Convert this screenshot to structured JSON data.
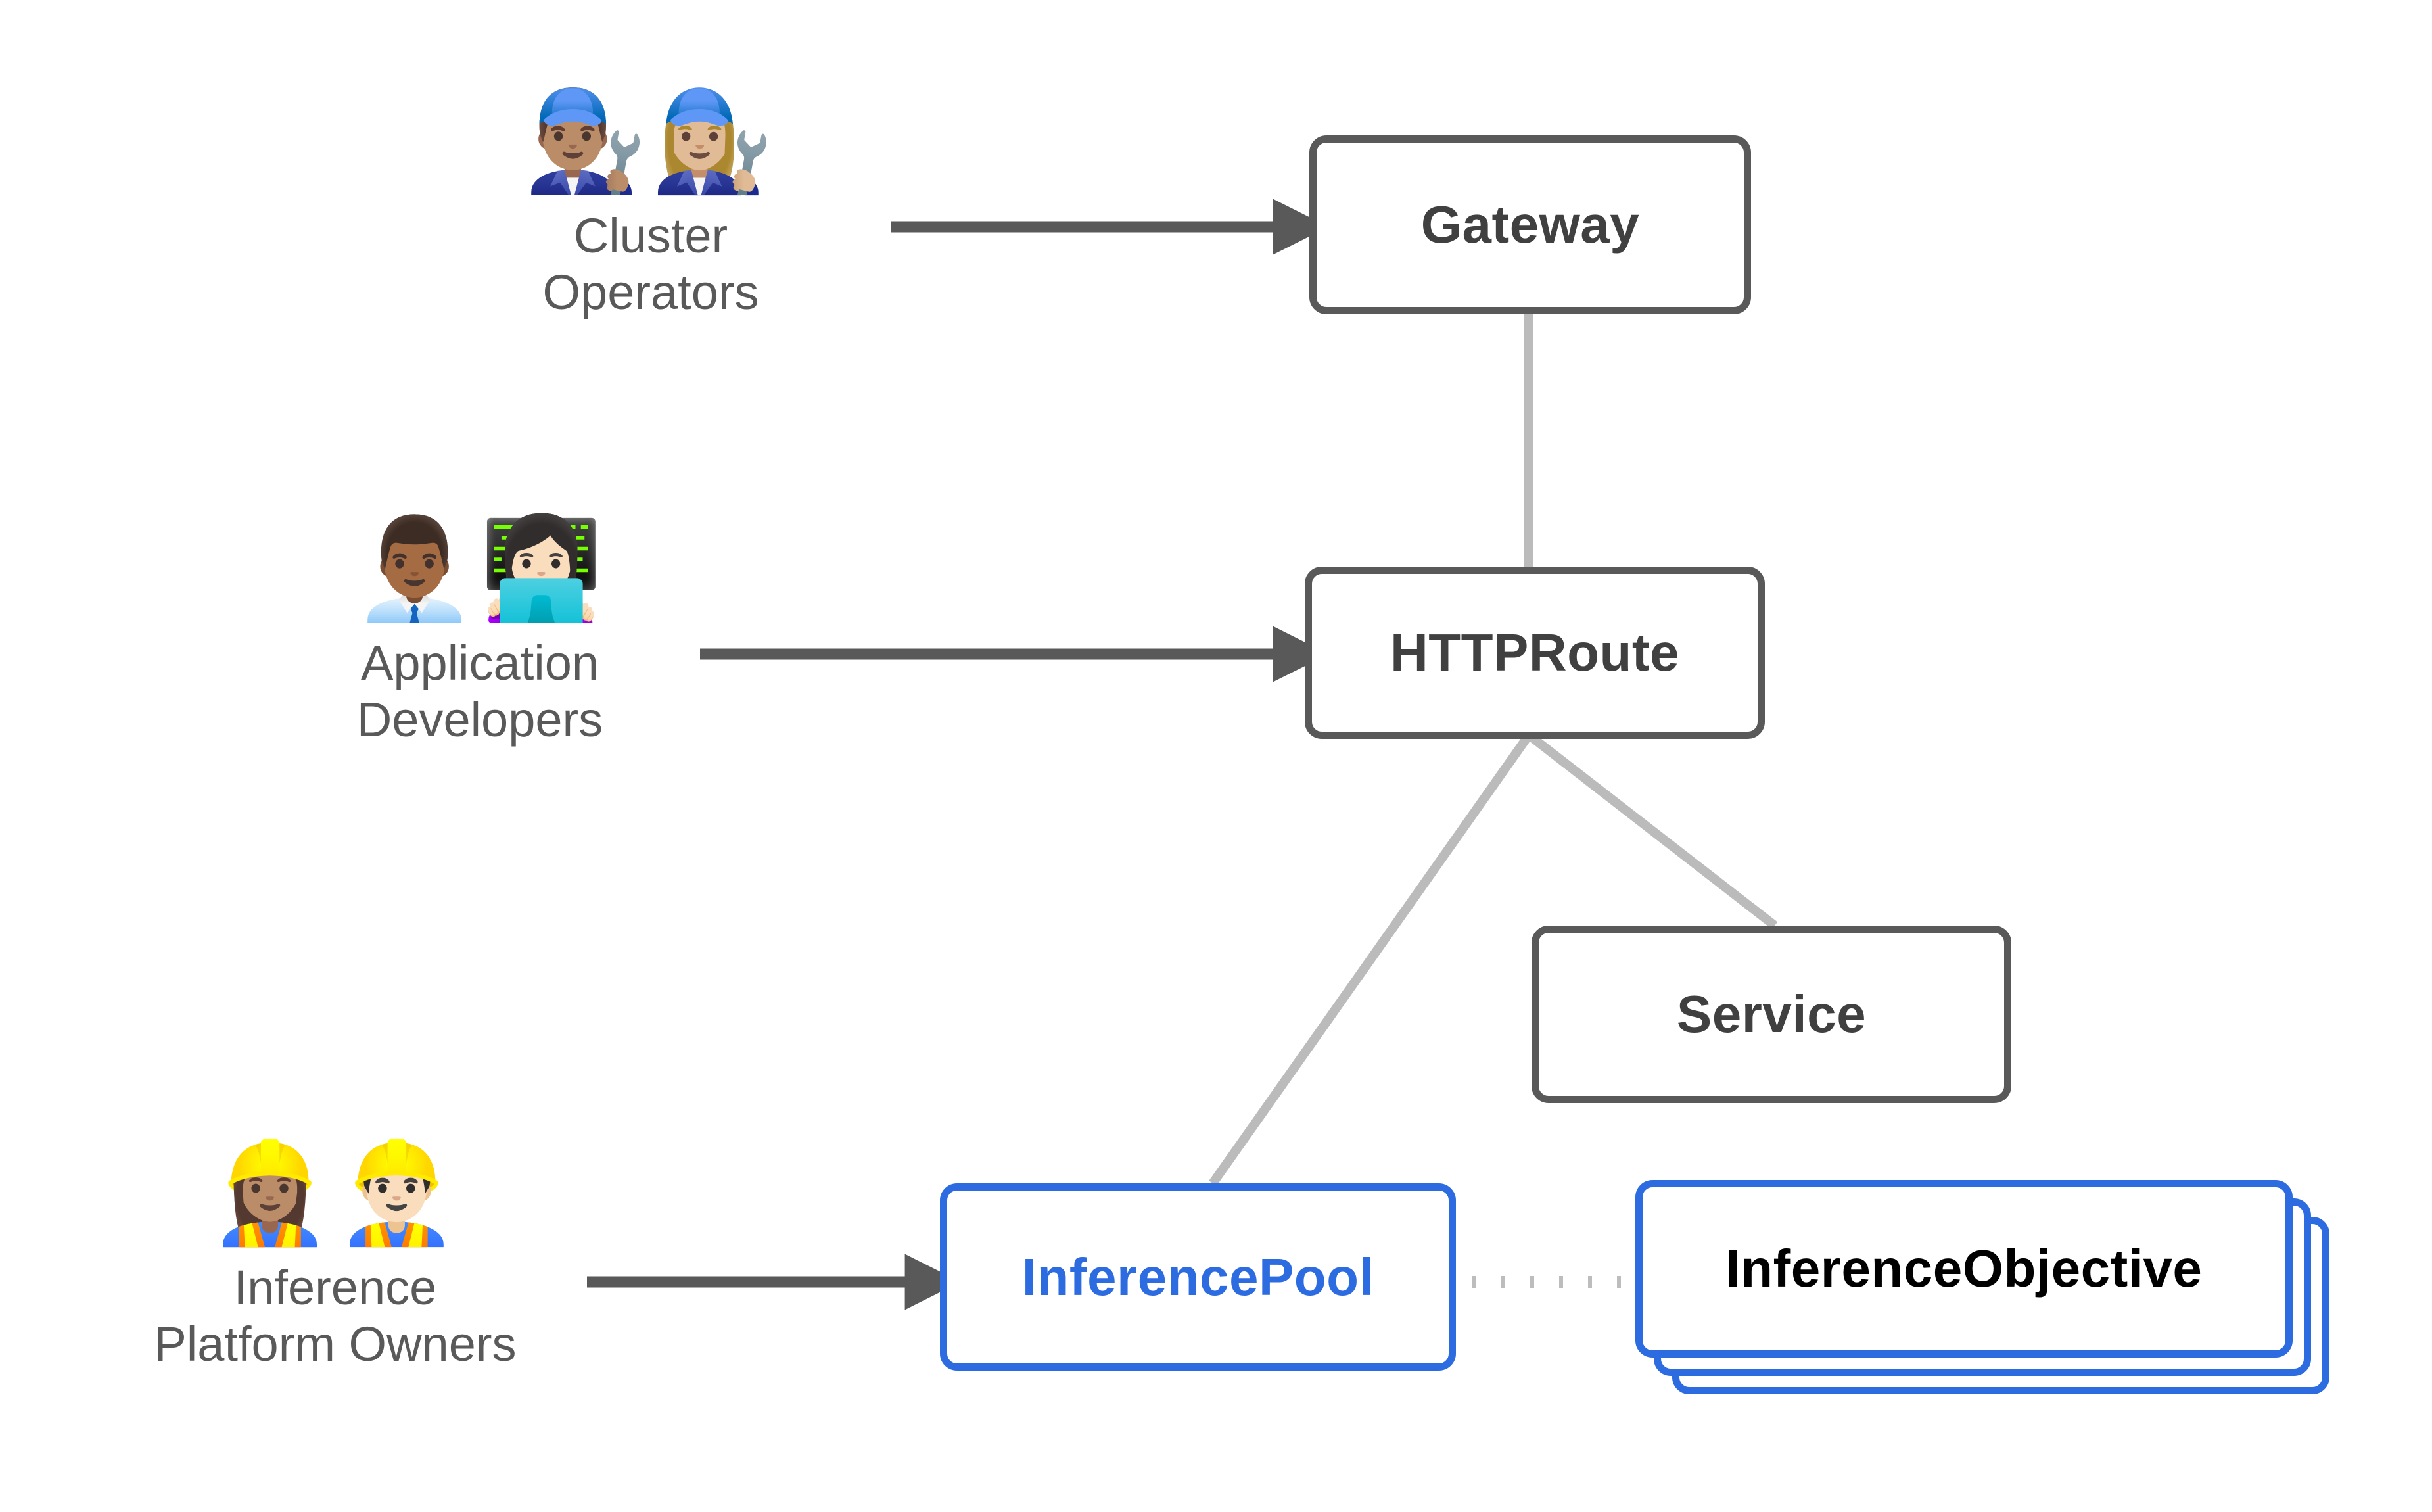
{
  "diagram": {
    "title": "Gateway API Inference Extension resource model",
    "background": "#ffffff",
    "colors": {
      "node_gray": "#595959",
      "node_gray_text": "#404040",
      "node_blue": "#2C6BE0",
      "arrow": "#595959",
      "connector": "#BBBBBB",
      "dotted": "#BDBDBD",
      "persona_text": "#595959"
    }
  },
  "personas": [
    {
      "id": "cluster-operators",
      "label": "Cluster\nOperators",
      "emoji": "👨🏽‍🔧👩🏼‍🔧",
      "emoji_name": "mechanic-pair-emoji",
      "targets": "Gateway"
    },
    {
      "id": "application-developers",
      "label": "Application\nDevelopers",
      "emoji": "👨🏾‍💼👩🏻‍💻",
      "emoji_name": "office-worker-and-technologist-pair-emoji",
      "targets": "HTTPRoute"
    },
    {
      "id": "inference-platform-owners",
      "label": "Inference\nPlatform Owners",
      "emoji": "👷🏽‍♀️👷🏻‍♂️",
      "emoji_name": "construction-worker-pair-emoji",
      "targets": "InferencePool"
    }
  ],
  "nodes": [
    {
      "id": "gateway",
      "label": "Gateway",
      "style": "gray"
    },
    {
      "id": "httproute",
      "label": "HTTPRoute",
      "style": "gray"
    },
    {
      "id": "service",
      "label": "Service",
      "style": "gray"
    },
    {
      "id": "inferencepool",
      "label": "InferencePool",
      "style": "blue"
    },
    {
      "id": "inferenceobjective",
      "label": "InferenceObjective",
      "style": "blue",
      "stacked": true,
      "stack_count": 3
    }
  ],
  "edges": [
    {
      "from": "cluster-operators",
      "to": "gateway",
      "kind": "arrow"
    },
    {
      "from": "application-developers",
      "to": "httproute",
      "kind": "arrow"
    },
    {
      "from": "inference-platform-owners",
      "to": "inferencepool",
      "kind": "arrow"
    },
    {
      "from": "gateway",
      "to": "httproute",
      "kind": "line"
    },
    {
      "from": "httproute",
      "to": "service",
      "kind": "line"
    },
    {
      "from": "httproute",
      "to": "inferencepool",
      "kind": "line"
    },
    {
      "from": "inferencepool",
      "to": "inferenceobjective",
      "kind": "dotted"
    }
  ]
}
